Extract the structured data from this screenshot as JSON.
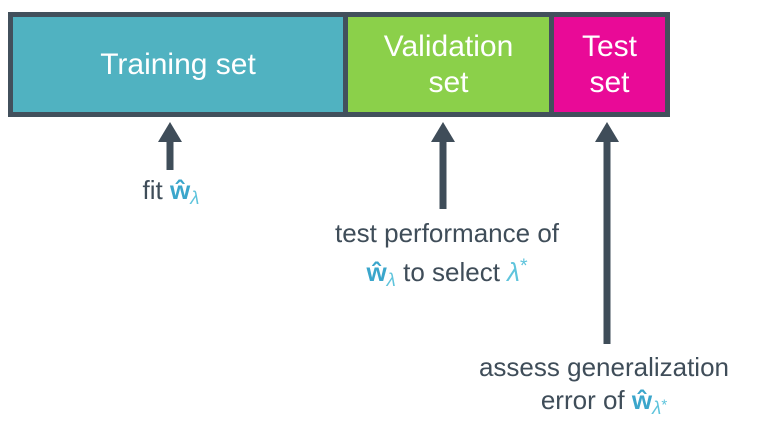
{
  "bar": {
    "border_color": "#42505C",
    "segments": [
      {
        "name": "training",
        "lines": [
          "Training set"
        ],
        "color": "#50B2C1",
        "text_color": "#FFFFFF"
      },
      {
        "name": "validation",
        "lines": [
          "Validation",
          "set"
        ],
        "color": "#8BD04A",
        "text_color": "#FFFFFF"
      },
      {
        "name": "test",
        "lines": [
          "Test",
          "set"
        ],
        "color": "#E90A97",
        "text_color": "#FFFFFF"
      }
    ]
  },
  "captions": {
    "training": {
      "prefix": "fit ",
      "w_hat": "ŵ",
      "w_sub": "λ"
    },
    "validation": {
      "line1": "test performance of",
      "w_hat": "ŵ",
      "w_sub": "λ",
      "mid": " to select ",
      "lambda": "λ",
      "star": "*"
    },
    "test": {
      "line1": "assess generalization",
      "line2_prefix": "error of ",
      "w_hat": "ŵ",
      "w_sub": "λ",
      "sub_star": "*"
    }
  },
  "colors": {
    "arrow": "#3F4D59",
    "text": "#3F4D59",
    "math_w_hat": "#3BA6CB",
    "math_subscript": "#5FC4DC"
  }
}
